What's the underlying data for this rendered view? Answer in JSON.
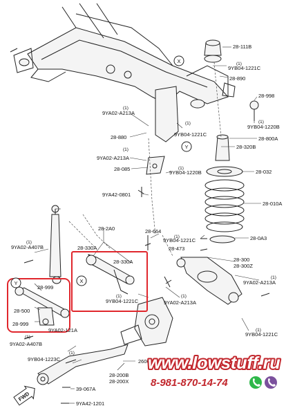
{
  "labels": {
    "l28_111B": "28-111B",
    "l9YB04_1221C_a": "9YB04-1221C",
    "l9YB04_1221C_a_q": "(1)",
    "l28_890": "28-890",
    "l28_998": "28-998",
    "l9YB04_1220B_a": "9YB04-1220B",
    "l9YB04_1220B_a_q": "(1)",
    "l28_800A": "28-800A",
    "l28_320B": "28-320B",
    "l9YA02_A213A_a": "9YA02-A213A",
    "l9YA02_A213A_a_q": "(1)",
    "l9YB04_1221C_b": "9YB04-1221C",
    "l9YB04_1221C_b_q": "(1)",
    "l28_880": "28-880",
    "l9YA02_A213A_b": "9YA02-A213A",
    "l9YA02_A213A_b_q": "(1)",
    "l28_085": "28-085",
    "l9YB04_1220B_b": "9YB04-1220B",
    "l9YB04_1220B_b_q": "(1)",
    "l28_032": "28-032",
    "l9YA42_0801": "9YA42-0801",
    "l28_010A": "28-010A",
    "l28_2A0": "28-2A0",
    "l28_664": "28-664",
    "l9YA02_A407B_a": "9YA02-A407B",
    "l9YA02_A407B_a_q": "(1)",
    "l28_330A_a": "28-330A",
    "l28_330A_b": "28-330A",
    "l9YB04_1221C_c": "9YB04-1221C",
    "l9YB04_1221C_c_q": "(1)",
    "l28_473": "28-473",
    "l28_0A3": "28-0A3",
    "l28_300": "28-300",
    "l28_300Z": "28-300Z",
    "l28_999_a": "28-999",
    "l9YB04_1221C_d": "9YB04-1221C",
    "l9YB04_1221C_d_q": "(1)",
    "l9YA02_A213A_c": "9YA02-A213A",
    "l9YA02_A213A_c_q": "(1)",
    "l9YA02_A213A_d": "9YA02-A213A",
    "l9YA02_A213A_d_q": "(1)",
    "l28_500": "28-500",
    "l28_999_b": "28-999",
    "l9YA02_A407B_b": "9YA02-A407B",
    "l9YA02_A407B_b_q": "(1)",
    "l9YB04_1223C": "9YB04-1223C",
    "l9YB04_1223C_q": "(1)",
    "l9YB04_1221C_e": "9YB04-1221C",
    "l9YB04_1221C_e_q": "(1)",
    "l28_200B": "28-200B",
    "l28_200X": "28-200X",
    "l39_067A": "39-067A",
    "l9YA42_1201": "9YA42-1201",
    "l9YA02_121A": "9YA02-121A",
    "l2600": "2600"
  },
  "callouts": {
    "x": "X",
    "y": "Y",
    "x2": "X",
    "y2": "Y"
  },
  "fwd": "FWD",
  "watermark": {
    "site": "www.lowstuff.ru",
    "phone": "8-981-870-14-74",
    "site_color": "#ffffff",
    "outline_color": "#c2272d",
    "phone_color": "#c2272d"
  },
  "highlight_color": "#e0262c"
}
